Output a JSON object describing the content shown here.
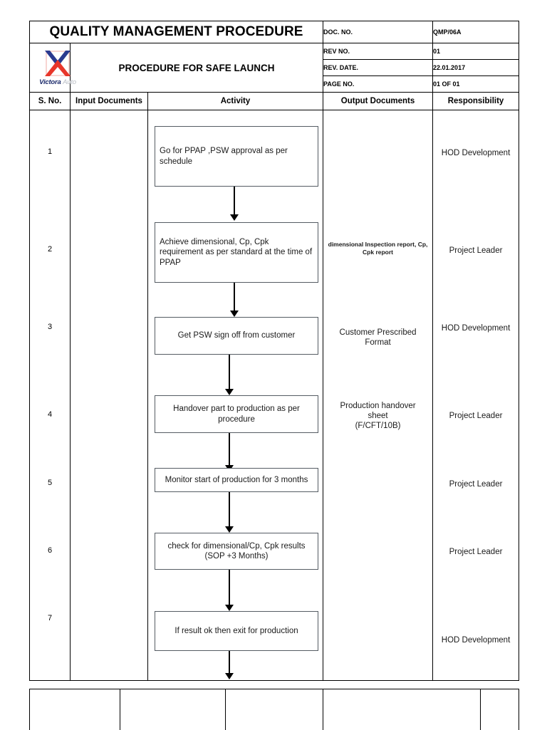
{
  "document": {
    "title": "QUALITY MANAGEMENT PROCEDURE",
    "subtitle": "PROCEDURE FOR SAFE LAUNCH",
    "logo": {
      "brand_primary": "Victora",
      "brand_secondary": "Auto",
      "color_blue": "#2b3a8f",
      "color_red": "#e8362a",
      "color_grey": "#b8bcc4"
    },
    "meta": [
      {
        "label": "DOC. NO.",
        "value": "QMP/06A"
      },
      {
        "label": "REV NO.",
        "value": "01"
      },
      {
        "label": "REV. DATE.",
        "value": "22.01.2017"
      },
      {
        "label": "PAGE NO.",
        "value": "01 OF 01"
      }
    ]
  },
  "table": {
    "headers": {
      "sno": "S. No.",
      "input_documents": "Input Documents",
      "activity": "Activity",
      "output_documents": "Output Documents",
      "responsibility": "Responsibility"
    },
    "rows": [
      {
        "sno": "1",
        "input_document": "",
        "activity": "Go for PPAP ,PSW approval as per schedule",
        "output_document": "",
        "responsibility": "HOD Development"
      },
      {
        "sno": "2",
        "input_document": "",
        "activity": "Achieve dimensional, Cp, Cpk requirement as per standard at the time of PPAP",
        "output_document": "dimensional Inspection report, Cp, Cpk report",
        "responsibility": "Project Leader"
      },
      {
        "sno": "3",
        "input_document": "",
        "activity": "Get PSW sign off from customer",
        "output_document": "Customer Prescribed Format",
        "responsibility": "HOD Development"
      },
      {
        "sno": "4",
        "input_document": "",
        "activity": "Handover part to production as per procedure",
        "output_document": "Production handover sheet (F/CFT/10B)",
        "responsibility": "Project Leader"
      },
      {
        "sno": "5",
        "input_document": "",
        "activity": "Monitor start of production for 3 months",
        "output_document": "",
        "responsibility": "Project Leader"
      },
      {
        "sno": "6",
        "input_document": "",
        "activity": "check for dimensional/Cp, Cpk results (SOP +3 Months)",
        "output_document": "",
        "responsibility": "Project Leader"
      },
      {
        "sno": "7",
        "input_document": "",
        "activity": "If result ok then exit for production",
        "output_document": "",
        "responsibility": "HOD Development"
      }
    ]
  },
  "flow": {
    "boxes": [
      {
        "label": "Go for PPAP ,PSW approval as per schedule",
        "align": "left"
      },
      {
        "label": "Achieve dimensional, Cp, Cpk requirement as per standard at the time of PPAP",
        "align": "left"
      },
      {
        "label": "Get PSW sign off from customer",
        "align": "center"
      },
      {
        "label": "Handover part to production as per procedure",
        "align": "center"
      },
      {
        "label": "Monitor start of production for 3 months",
        "align": "center"
      },
      {
        "label": "check for dimensional/Cp, Cpk results (SOP +3 Months)",
        "align": "center"
      },
      {
        "label": "If result ok then exit for production",
        "align": "center"
      }
    ],
    "connector_count": 7
  },
  "output_documents": {
    "row2": "dimensional Inspection report, Cp, Cpk report",
    "row3_line1": "Customer Prescribed",
    "row3_line2": "Format",
    "row4_line1": "Production handover",
    "row4_line2": "sheet",
    "row4_line3": "(F/CFT/10B)"
  }
}
